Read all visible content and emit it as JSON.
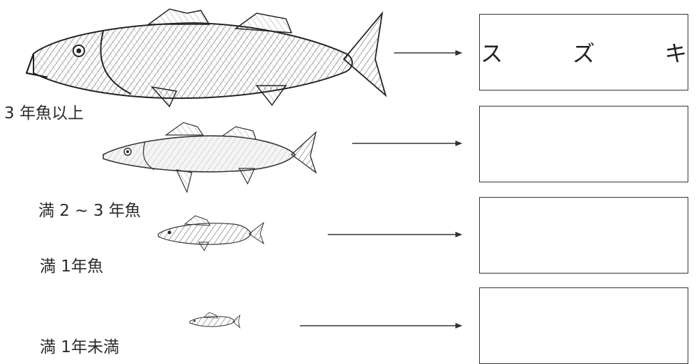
{
  "stages": [
    {
      "label": "3 年魚以上",
      "box_text": "ス　ズ　キ"
    },
    {
      "label": "満 2 ~ 3 年魚",
      "box_text": ""
    },
    {
      "label": "満 1年魚",
      "box_text": ""
    },
    {
      "label": "満 1年未満",
      "box_text": ""
    }
  ],
  "colors": {
    "ink": "#222222",
    "line": "#333333"
  }
}
